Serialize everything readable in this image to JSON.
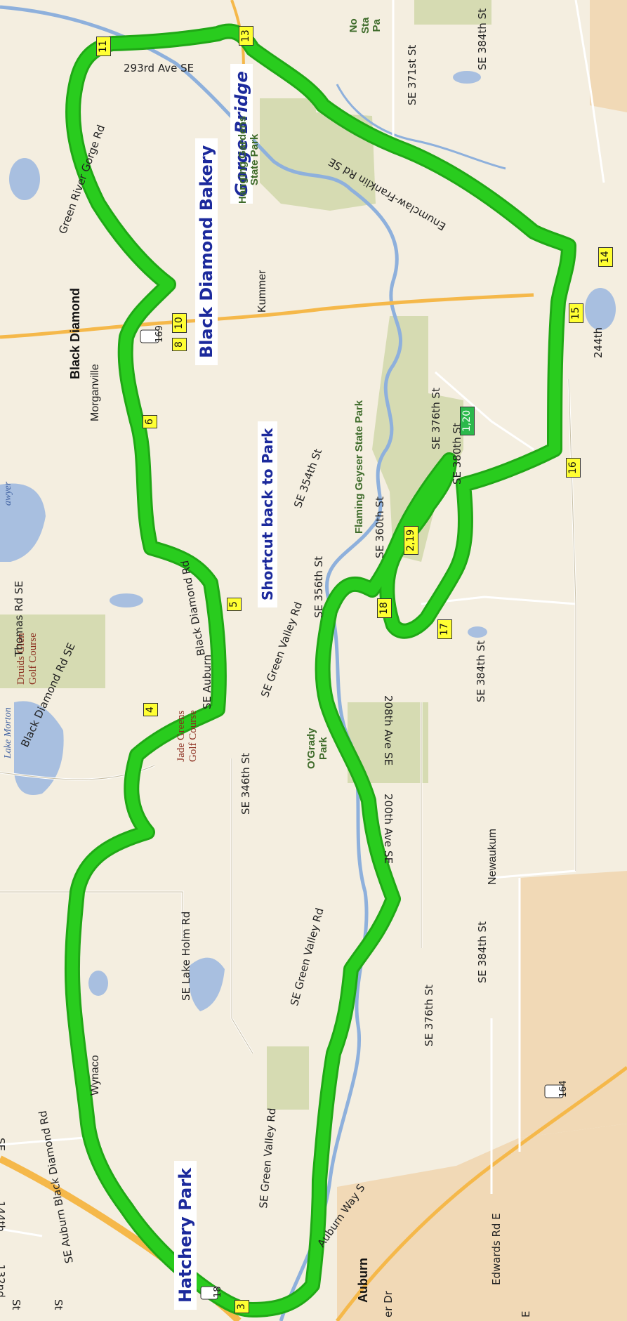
{
  "callouts": {
    "hatchery_park": "Hatchery Park",
    "black_diamond_bakery": "Black Diamond Bakery",
    "gorge_bridge": "Gorge Bridge",
    "shortcut": "Shortcut back to Park"
  },
  "waypoints": {
    "w1_20": "1,20",
    "w2_19": "2,19",
    "w3": "3",
    "w4": "4",
    "w5": "5",
    "w6": "6",
    "w8": "8",
    "w10": "10",
    "w11": "11",
    "w13": "13",
    "w14": "14",
    "w15": "15",
    "w16": "16",
    "w17": "17",
    "w18": "18"
  },
  "places": {
    "black_diamond": "Black Diamond",
    "morganville": "Morganville",
    "kummer": "Kummer",
    "wynaco": "Wynaco",
    "auburn": "Auburn",
    "newaukum": "Newaukum"
  },
  "parks": {
    "hanging_gardens": "Hanging Gardens\nState Park",
    "flaming_geyser": "Flaming Geyser State Park",
    "ogrady": "O'Grady\nPark",
    "northeast_park": "No\nSta\nPa"
  },
  "golf": {
    "druids_glen": "Druids Glen\nGolf Course",
    "jade_greens": "Jade Greens\nGolf Course"
  },
  "lakes": {
    "lake_morton": "Lake Morton",
    "lake_sawyer_fragment": "awyer"
  },
  "roads": {
    "ave_293": "293rd Ave SE",
    "green_river_gorge": "Green River Gorge Rd",
    "enumclaw_franklin": "Enumclaw-Franklin Rd SE",
    "se_371st": "SE 371st St",
    "se_384th_ne": "SE 384th St",
    "black_diamond_rd": "Black Diamond Rd",
    "se_auburn": "SE Auburn",
    "se_354th": "SE 354th St",
    "se_360th": "SE 360th St",
    "se_376th": "SE 376th St",
    "se_380th": "SE 380th St",
    "st_244th": "244th",
    "se_356th": "SE 356th St",
    "se_green_valley_n": "SE Green Valley Rd",
    "ave_208th": "208th Ave SE",
    "ave_200th": "200th Ave SE",
    "se_384th_e": "SE 384th St",
    "thomas": "Thomas Rd SE",
    "black_diamond_rd_se": "Black Diamond Rd SE",
    "se_346th": "SE 346th St",
    "se_lake_holm": "SE Lake Holm Rd",
    "se_green_valley_mid": "SE Green Valley Rd",
    "se_384th_s": "SE 384th St",
    "se_376th_s": "SE 376th St",
    "se_auburn_bdr": "SE Auburn Black Diamond Rd",
    "se_green_valley_s": "SE Green Valley Rd",
    "auburn_way": "Auburn Way S",
    "edwards": "Edwards Rd E",
    "ave_144th": "144th",
    "ave_132nd": "132nd",
    "se_frag": "SE",
    "st_frag1": "St",
    "st_frag2": "St",
    "dr_frag": "er Dr",
    "e_frag": "E",
    "hwy_18": "18",
    "hwy_169": "169",
    "hwy_164": "164"
  },
  "colors": {
    "route": "#29cc1e",
    "route_shadow": "#20a816",
    "background": "#f4eee0",
    "park_fill": "#d6dbb2",
    "water": "#a8bfe0",
    "river": "#8eb0dc",
    "highway": "#f5b84a",
    "city": "#f1d9b6",
    "callout_text": "#1c2a9c",
    "waypoint": "#ffff33",
    "start_marker": "#2bb94c"
  }
}
